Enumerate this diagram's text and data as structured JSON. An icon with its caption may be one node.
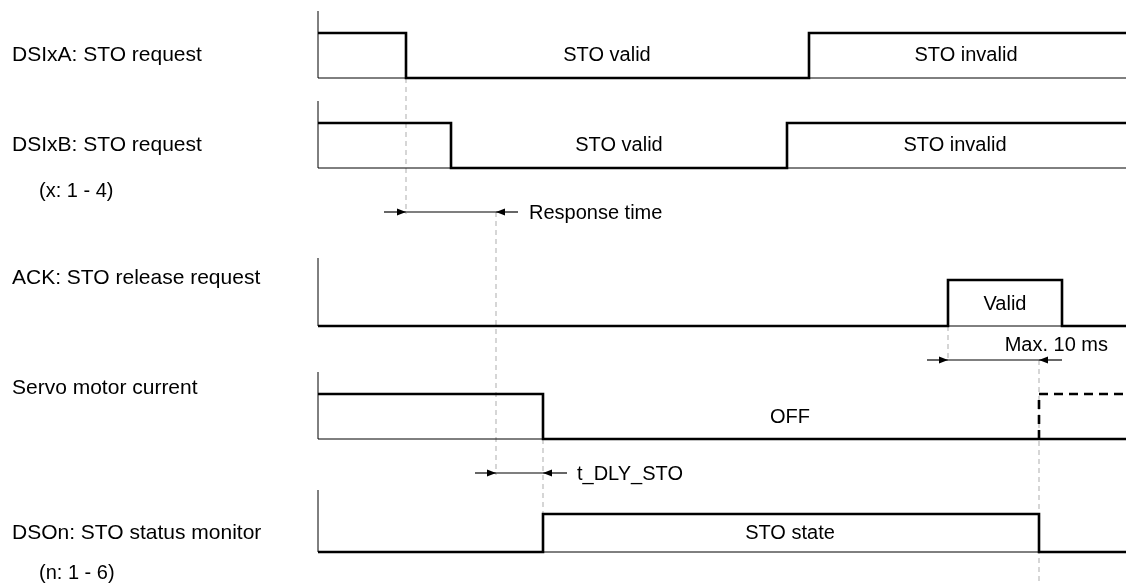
{
  "diagram": {
    "labels": [
      "DSIxA: STO request",
      "STO valid",
      "STO invalid",
      "DSIxB: STO request",
      "STO valid",
      "STO invalid",
      "(x: 1 - 4)",
      "Response time",
      "ACK: STO release request",
      "Valid",
      "Max. 10 ms",
      "Servo motor current",
      "OFF",
      "t_DLY_STO",
      "DSOn: STO status monitor",
      "STO state",
      "(n: 1 - 6)"
    ]
  }
}
